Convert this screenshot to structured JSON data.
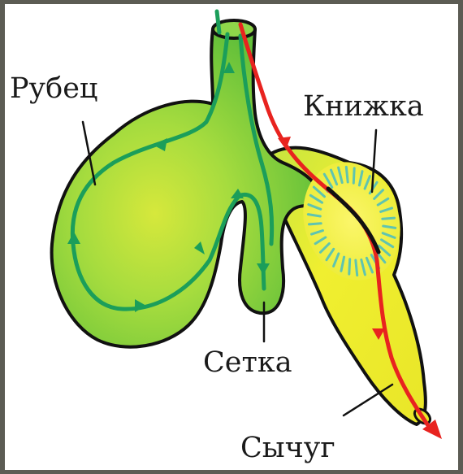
{
  "labels": {
    "rumen": "Рубец",
    "omasum": "Книжка",
    "reticulum": "Сетка",
    "abomasum": "Сычуг"
  },
  "colors": {
    "frame": "#5c5c54",
    "background": "#ffffff",
    "rumen_fill": "#7fcf3a",
    "rumen_highlight": "#d8e83a",
    "abomasum_fill": "#e4ec2e",
    "outline": "#111111",
    "green_flow": "#1b9e5a",
    "red_flow": "#e8231f",
    "omasum_leaves": "#5fc4b0"
  },
  "icons": {
    "green_flow_arrows": "food-flow-arrow-green",
    "red_flow_arrows": "food-flow-arrow-red"
  }
}
